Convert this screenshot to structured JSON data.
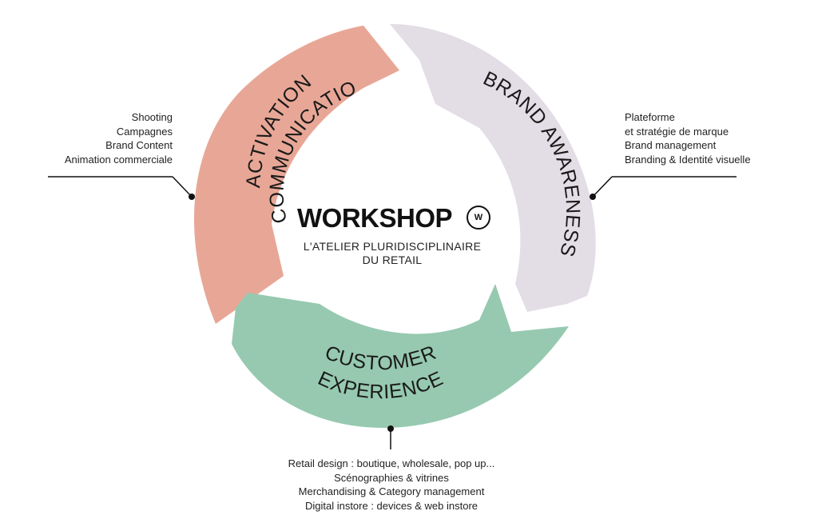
{
  "center": {
    "title": "WORKSHOP",
    "logo": "W",
    "subtitle_line1": "L'ATELIER PLURIDISCIPLINAIRE",
    "subtitle_line2": "DU RETAIL"
  },
  "segments": {
    "activation": {
      "line1": "ACTIVATION",
      "line2": "& COMMUNICATION",
      "color": "#E8A796"
    },
    "brand": {
      "line1": "BRAND AWARENESS",
      "color": "#E3DDE6"
    },
    "customer": {
      "line1": "CUSTOMER",
      "line2": "EXPERIENCE",
      "color": "#96C9B0"
    }
  },
  "lists": {
    "left": [
      "Shooting",
      "Campagnes",
      "Brand Content",
      "Animation commerciale"
    ],
    "right": [
      "Plateforme",
      "et stratégie de marque",
      "Brand management",
      "Branding & Identité visuelle"
    ],
    "bottom": [
      "Retail design : boutique, wholesale, pop up...",
      "Scénographies & vitrines",
      "Merchandising & Category management",
      "Digital instore : devices & web instore"
    ]
  }
}
